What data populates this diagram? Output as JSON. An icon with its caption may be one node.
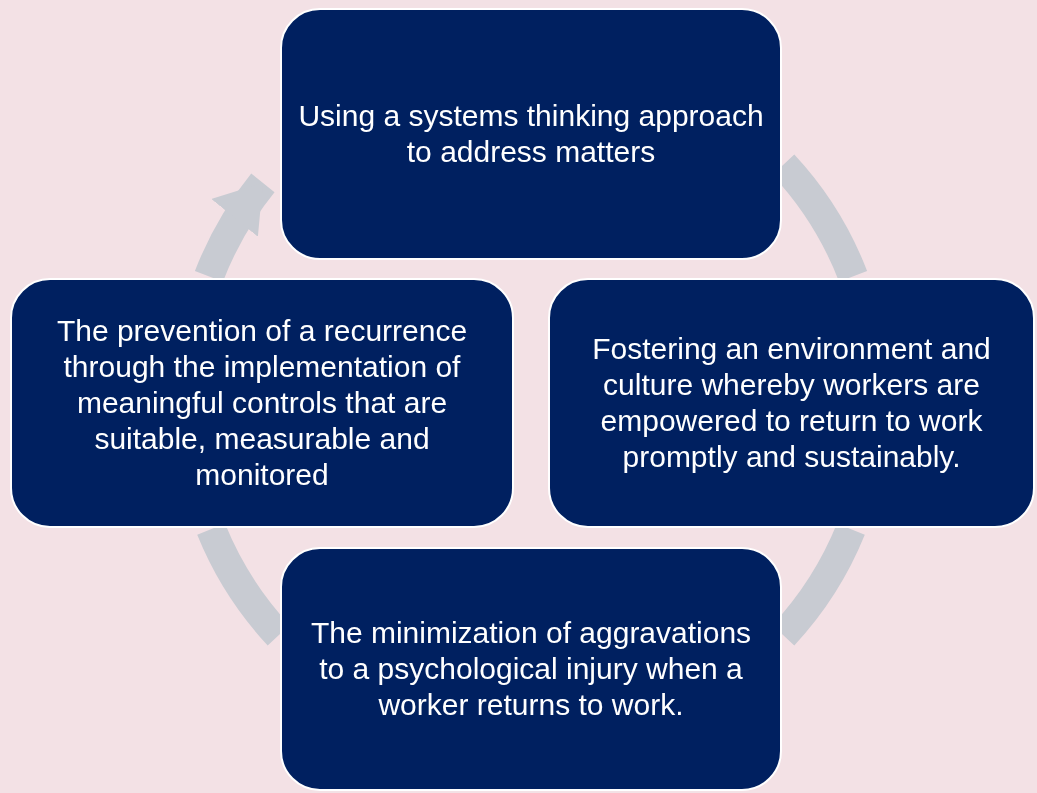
{
  "diagram": {
    "nodes": [
      {
        "text": [
          "Using a systems thinking approach to address matters"
        ]
      },
      {
        "text": [
          "Fostering an environment and culture whereby workers are empowered to return to work promptly and sustainably."
        ]
      },
      {
        "text": [
          "The minimization of aggravations to a psychological injury when a worker returns to work."
        ]
      },
      {
        "text": [
          "The prevention of a recurrence through the implementation of meaningful controls that are suitable, measurable and monitored"
        ]
      }
    ],
    "edges": [
      {
        "from": 0,
        "to": 1,
        "arrow": "none"
      },
      {
        "from": 1,
        "to": 2,
        "arrow": "none"
      },
      {
        "from": 2,
        "to": 3,
        "arrow": "none"
      },
      {
        "from": 3,
        "to": 0,
        "arrow": "to"
      }
    ]
  }
}
